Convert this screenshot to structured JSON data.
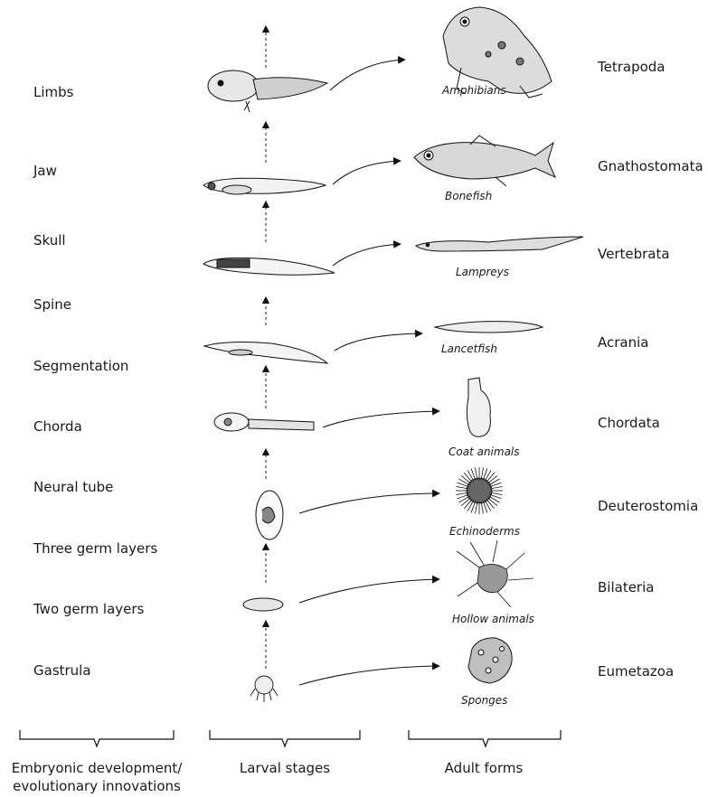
{
  "innovations": [
    "Limbs",
    "Jaw",
    "Skull",
    "Spine",
    "Segmentation",
    "Chorda",
    "Neural tube",
    "Three germ layers",
    "Two germ layers",
    "Gastrula"
  ],
  "adult_forms": [
    "Amphibians",
    "Bonefish",
    "Lampreys",
    "Lancetfish",
    "Coat animals",
    "Echinoderms",
    "Hollow animals",
    "Sponges"
  ],
  "taxa": [
    "Tetrapoda",
    "Gnathostomata",
    "Vertebrata",
    "Acrania",
    "Chordata",
    "Deuterostomia",
    "Bilateria",
    "Eumetazoa"
  ],
  "footer": {
    "embryonic_line1": "Embryonic development/",
    "embryonic_line2": "evolutionary innovations",
    "larval": "Larval stages",
    "adult": "Adult forms"
  },
  "icons": [
    "frog-icon",
    "fish-icon",
    "lamprey-icon",
    "lancelet-icon",
    "tunicate-icon",
    "sea-urchin-icon",
    "hydrozoan-icon",
    "sponge-icon"
  ]
}
